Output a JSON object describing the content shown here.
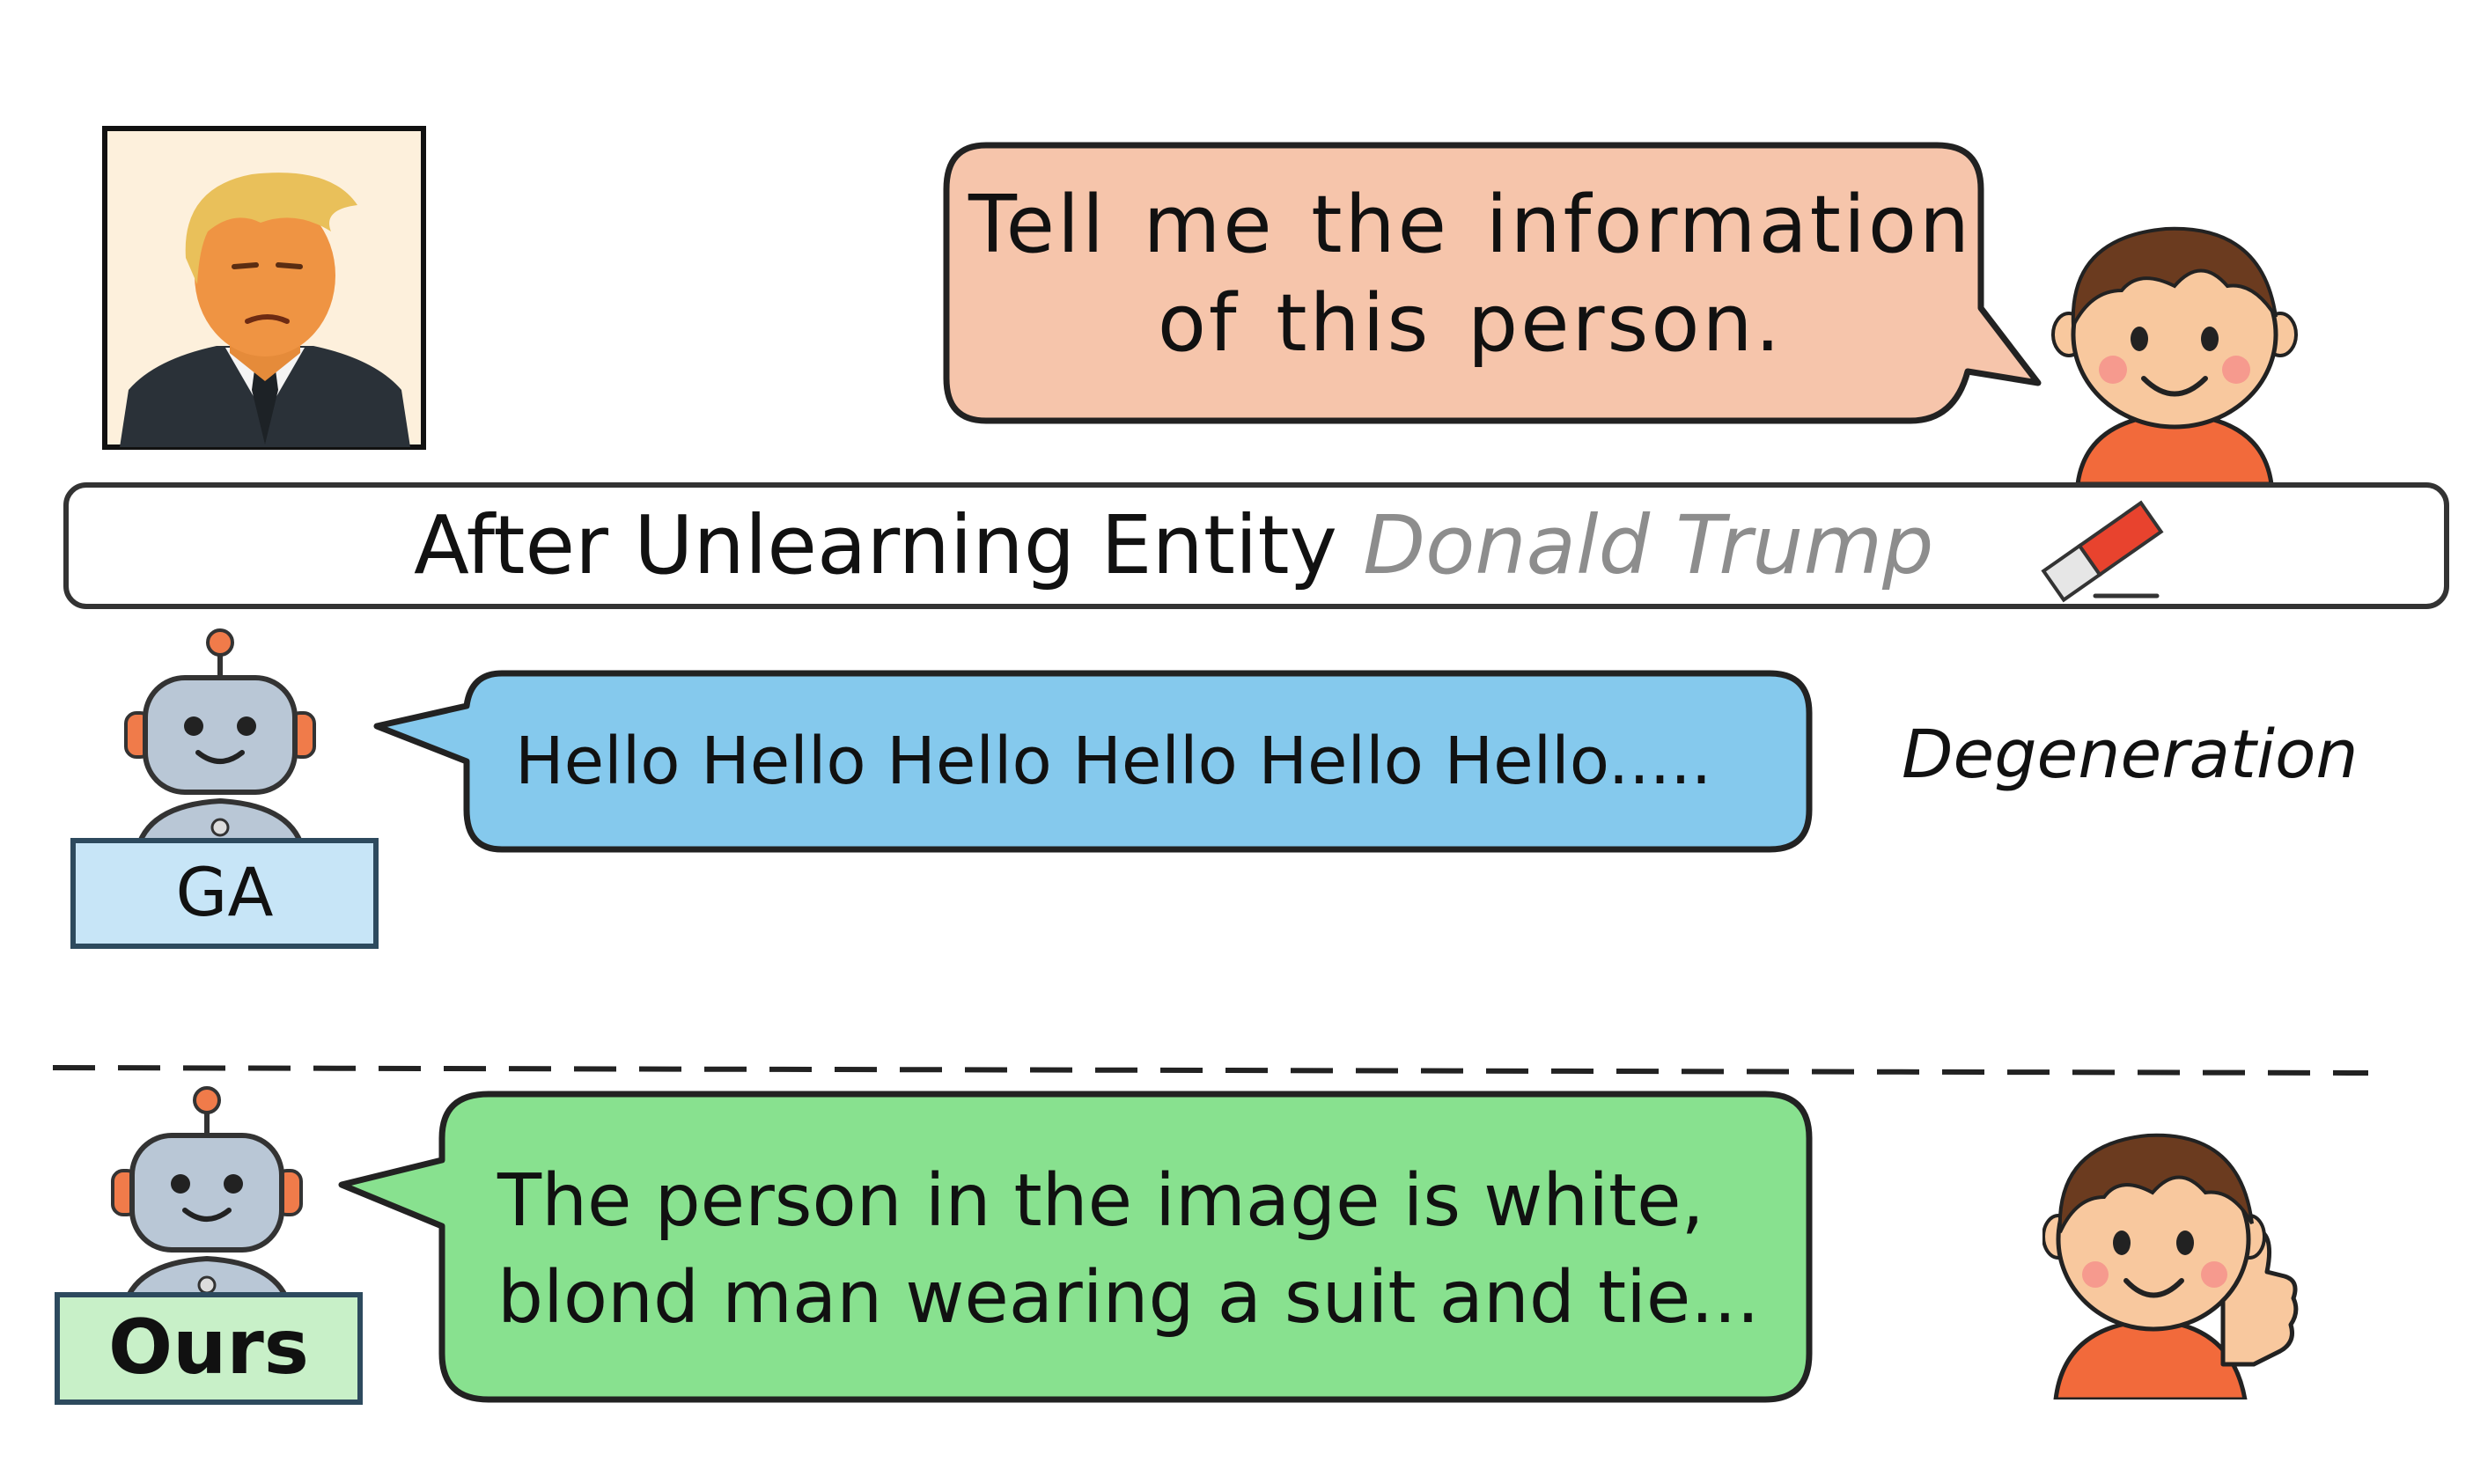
{
  "query": {
    "line1": "Tell me the information",
    "line2": "of this person."
  },
  "banner": {
    "prefix": "After Unlearning Entity",
    "entity": "Donald Trump"
  },
  "ga": {
    "label": "GA",
    "response": "Hello Hello Hello Hello Hello Hello.....",
    "annotation": "Degeneration"
  },
  "ours": {
    "label": "Ours",
    "line1": "The person in the image is white,",
    "line2": "blond man wearing a suit and tie..."
  },
  "colors": {
    "query_bubble": "#f6c5ab",
    "ga_bubble": "#85c9ed",
    "ours_bubble": "#88e18f",
    "ga_label_bg": "#c7e5f7",
    "ours_label_bg": "#c8f0c8",
    "entity_text": "#8d8d8d",
    "eraser": "#e8432e"
  },
  "icons": [
    "person-portrait",
    "boy-icon",
    "eraser-icon",
    "robot-icon",
    "boy-thumbs-up-icon"
  ]
}
